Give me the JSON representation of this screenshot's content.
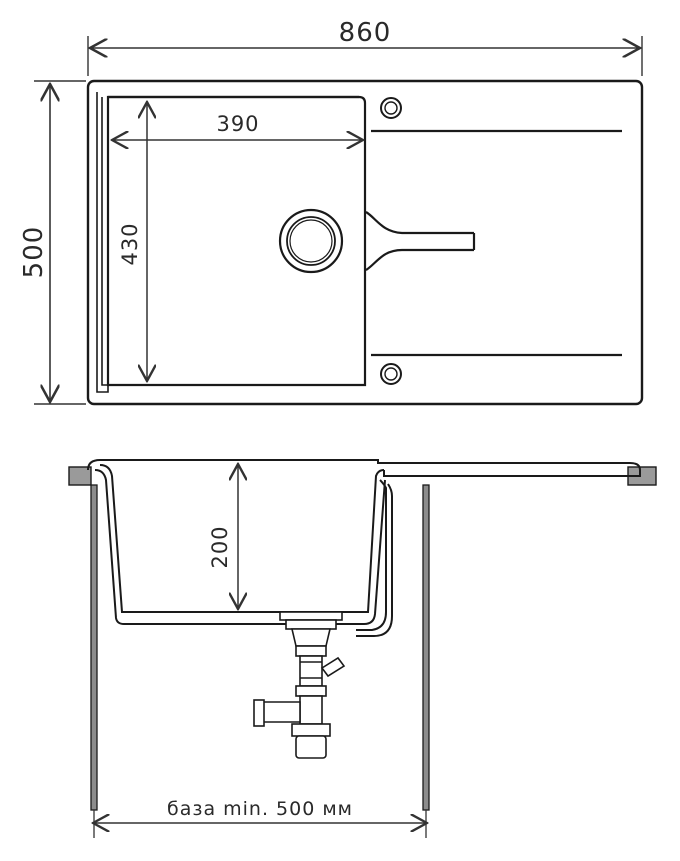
{
  "top_view": {
    "width_label": "860",
    "depth_label": "500",
    "bowl_width_label": "390",
    "bowl_depth_label": "430"
  },
  "side_view": {
    "bowl_height_label": "200",
    "base_label": "база min. 500 мм"
  },
  "colors": {
    "line": "#1a1a1a",
    "dim": "#333333",
    "wall": "#8c8c8c"
  }
}
